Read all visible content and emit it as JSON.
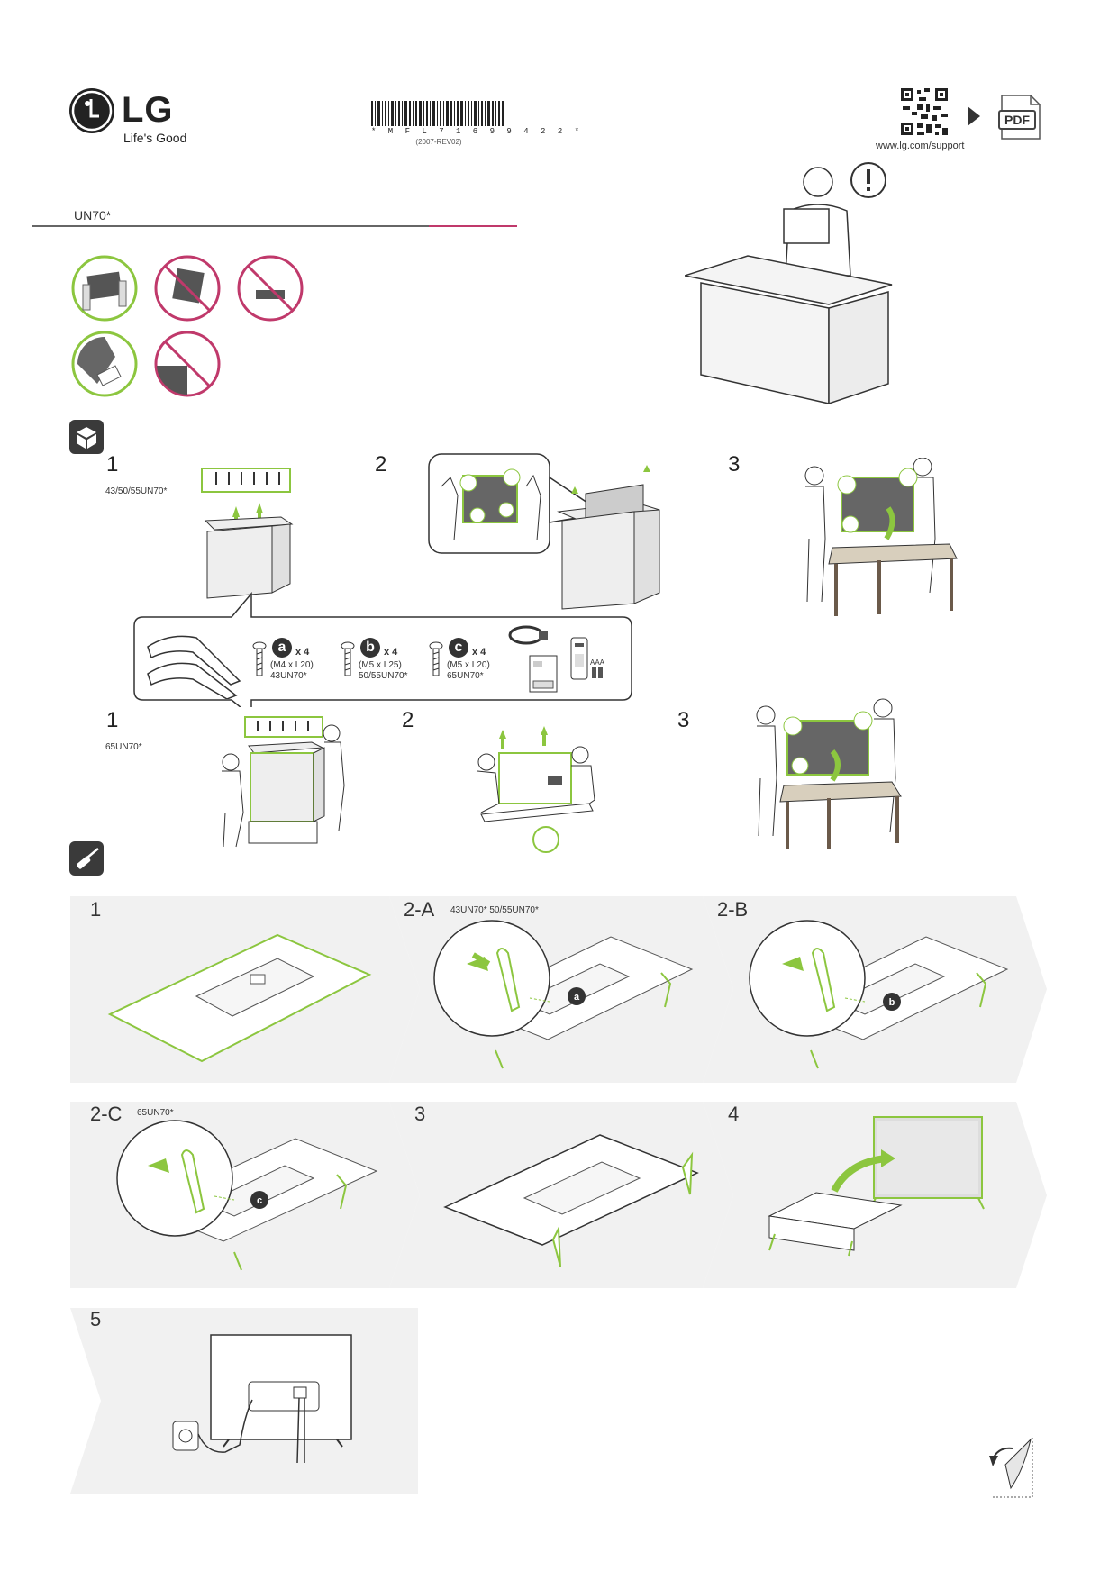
{
  "header": {
    "brand": "LG",
    "slogan": "Life's Good",
    "barcode_text": "* M F L 7 1 6 9 9 4 2 2 *",
    "revision": "(2007-REV02)",
    "support_url": "www.lg.com/support",
    "pdf_label": "PDF",
    "model": "UN70*"
  },
  "unpack": {
    "row1": {
      "step1": "1",
      "step1_models": "43/50/55UN70*",
      "step2": "2",
      "step3": "3"
    },
    "row2": {
      "step1": "1",
      "step1_models": "65UN70*",
      "step2": "2",
      "step3": "3"
    },
    "parts": {
      "a": {
        "letter": "a",
        "qty": "x 4",
        "size": "(M4 x L20)",
        "models": "43UN70*"
      },
      "b": {
        "letter": "b",
        "qty": "x 4",
        "size": "(M5 x L25)",
        "models": "50/55UN70*"
      },
      "c": {
        "letter": "c",
        "qty": "x 4",
        "size": "(M5 x L20)",
        "models": "65UN70*"
      },
      "battery": "AAA"
    }
  },
  "assembly": {
    "s1": "1",
    "s2a": "2-A",
    "s2a_models": "43UN70* 50/55UN70*",
    "s2b": "2-B",
    "s2c": "2-C",
    "s2c_models": "65UN70*",
    "s3": "3",
    "s4": "4",
    "s5": "5"
  },
  "colors": {
    "accent_green": "#8cc63f",
    "prohibit_red": "#c0396b",
    "lg_red": "#c0396b"
  }
}
